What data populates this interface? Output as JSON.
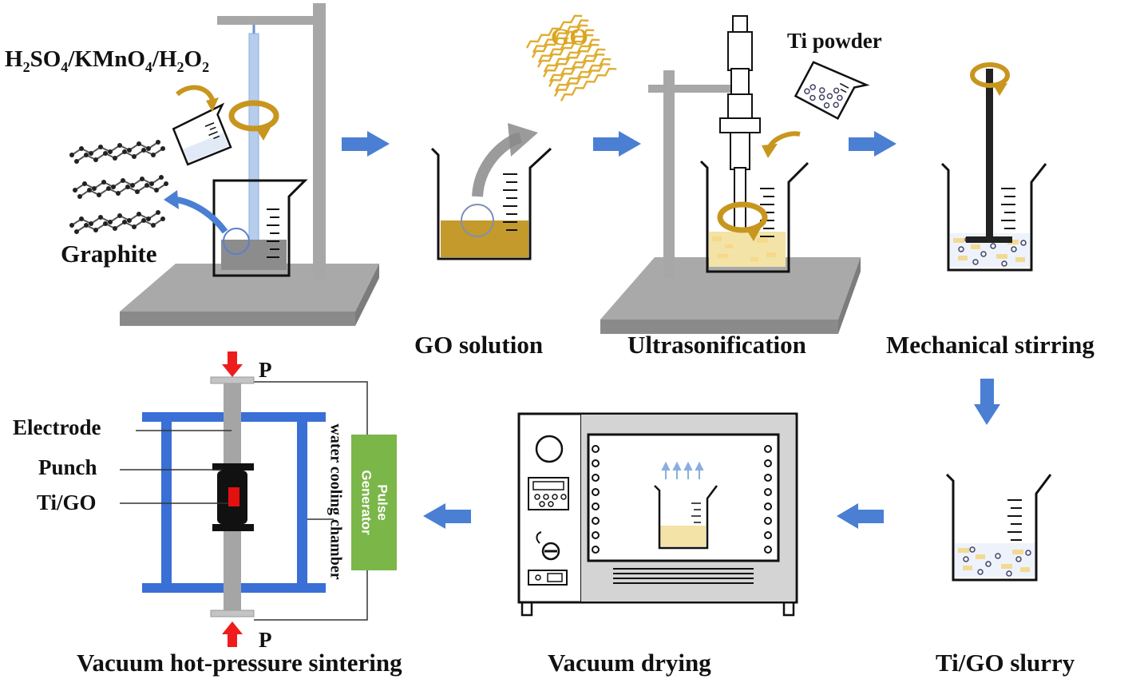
{
  "figure": {
    "reagents": {
      "parts": [
        "H",
        "2",
        "SO",
        "4",
        "/KMnO",
        "4",
        "/H",
        "2",
        "O",
        "2"
      ]
    },
    "go_label": "GO",
    "ti_powder_label": "Ti powder",
    "graphite_label": "Graphite",
    "steps": {
      "go_solution": "GO solution",
      "ultrasonification": "Ultrasonification",
      "mechanical_stirring": "Mechanical stirring",
      "ti_go_slurry": "Ti/GO slurry",
      "vacuum_drying": "Vacuum drying",
      "vacuum_sintering": "Vacuum hot-pressure sintering"
    },
    "sintering": {
      "electrode": "Electrode",
      "punch": "Punch",
      "ti_go": "Ti/GO",
      "pressure_top": "P",
      "pressure_bottom": "P",
      "pulse_line1": "Pulse",
      "pulse_line2": "Generator",
      "water_cooling": "water cooling chamber"
    }
  },
  "colors": {
    "arrow_blue": "#4a7fd3",
    "gold": "#c8961e",
    "go_solution": "#c49a2c",
    "stand_gray": "#a4a4a4",
    "frame_blue": "#3a6fd6",
    "pulse_green": "#7ab648",
    "pressure_red": "#ee1c1c"
  }
}
